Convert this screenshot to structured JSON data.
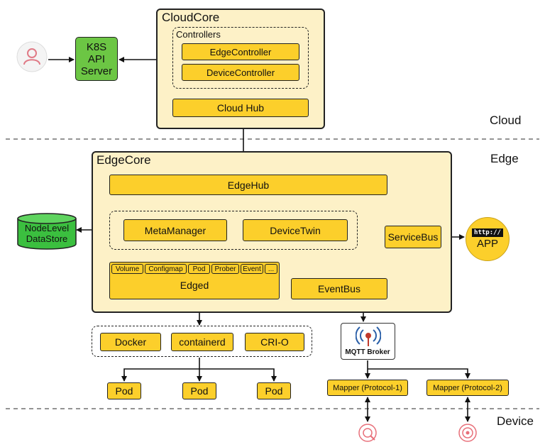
{
  "cloud_core": {
    "title": "CloudCore",
    "controllers_label": "Controllers",
    "edge_controller": "EdgeController",
    "device_controller": "DeviceController",
    "cloud_hub": "Cloud Hub"
  },
  "k8s": {
    "line1": "K8S",
    "line2": "API Server"
  },
  "zones": {
    "cloud": "Cloud",
    "edge": "Edge",
    "device": "Device"
  },
  "edge_core": {
    "title": "EdgeCore",
    "edge_hub": "EdgeHub",
    "meta_manager": "MetaManager",
    "device_twin": "DeviceTwin",
    "service_bus": "ServiceBus",
    "event_bus": "EventBus",
    "edged": "Edged",
    "edged_tabs": [
      "Volume",
      "Configmap",
      "Pod",
      "Prober",
      "Event",
      "..."
    ]
  },
  "datastore": {
    "line1": "NodeLevel",
    "line2": "DataStore"
  },
  "app": {
    "badge": "http://",
    "label": "APP"
  },
  "runtimes": [
    "Docker",
    "containerd",
    "CRI-O"
  ],
  "pods": [
    "Pod",
    "Pod",
    "Pod"
  ],
  "mqtt": {
    "label": "MQTT Broker"
  },
  "mappers": [
    "Mapper (Protocol-1)",
    "Mapper (Protocol-2)"
  ],
  "colors": {
    "box": "#fccf2b",
    "core_bg": "#fdf1c7",
    "k8s": "#6cc644",
    "datastore": "#3bbf3f",
    "app": "#fccf2b",
    "device_icon": "#e8707a"
  }
}
